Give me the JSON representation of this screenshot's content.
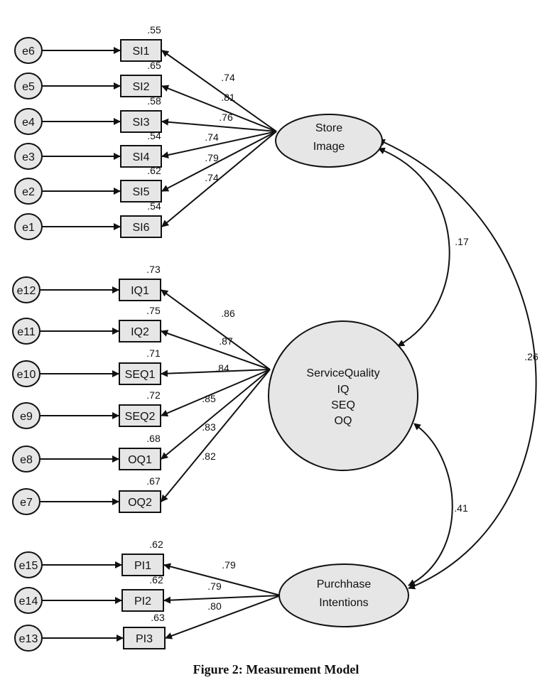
{
  "figure": {
    "caption": "Figure 2: Measurement Model"
  },
  "errors": [
    "e6",
    "e5",
    "e4",
    "e3",
    "e2",
    "e1",
    "e12",
    "e11",
    "e10",
    "e9",
    "e8",
    "e7",
    "e15",
    "e14",
    "e13"
  ],
  "indicators": [
    {
      "label": "SI1",
      "r2": ".55",
      "loading": ".74"
    },
    {
      "label": "SI2",
      "r2": ".65",
      "loading": ".81"
    },
    {
      "label": "SI3",
      "r2": ".58",
      "loading": ".76"
    },
    {
      "label": "SI4",
      "r2": ".54",
      "loading": ".74"
    },
    {
      "label": "SI5",
      "r2": ".62",
      "loading": ".79"
    },
    {
      "label": "SI6",
      "r2": ".54",
      "loading": ".74"
    },
    {
      "label": "IQ1",
      "r2": ".73",
      "loading": ".86"
    },
    {
      "label": "IQ2",
      "r2": ".75",
      "loading": ".87"
    },
    {
      "label": "SEQ1",
      "r2": ".71",
      "loading": ".84"
    },
    {
      "label": "SEQ2",
      "r2": ".72",
      "loading": ".85"
    },
    {
      "label": "OQ1",
      "r2": ".68",
      "loading": ".83"
    },
    {
      "label": "OQ2",
      "r2": ".67",
      "loading": ".82"
    },
    {
      "label": "PI1",
      "r2": ".62",
      "loading": ".79"
    },
    {
      "label": "PI2",
      "r2": ".62",
      "loading": ".79"
    },
    {
      "label": "PI3",
      "r2": ".63",
      "loading": ".80"
    }
  ],
  "latents": {
    "store_image": [
      "Store",
      "Image"
    ],
    "service_quality": [
      "ServiceQuality",
      "IQ",
      "SEQ",
      "OQ"
    ],
    "purchase_intentions": [
      "Purchhase",
      "Intentions"
    ]
  },
  "correlations": {
    "si_sq": ".17",
    "si_pi": ".26",
    "sq_pi": ".41"
  }
}
